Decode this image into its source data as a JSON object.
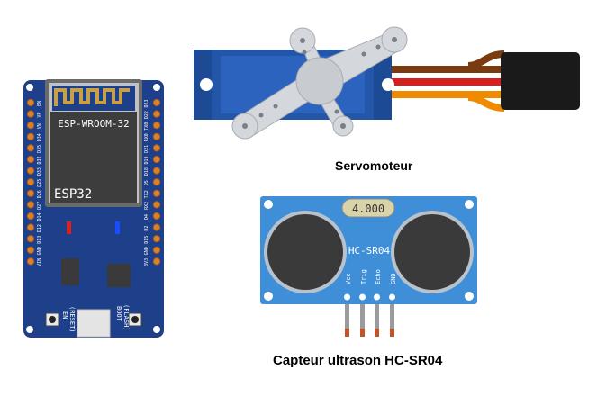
{
  "esp32": {
    "module_label": "ESP-WROOM-32",
    "chip_label": "ESP32",
    "left_pins": [
      "EN",
      "VP",
      "VN",
      "D34",
      "D35",
      "D32",
      "D33",
      "D25",
      "D26",
      "D27",
      "D14",
      "D12",
      "D13",
      "GND",
      "VIN"
    ],
    "right_pins": [
      "D23",
      "D22",
      "TX0",
      "RX0",
      "D21",
      "D19",
      "D18",
      "D5",
      "TX2",
      "RX2",
      "D4",
      "D2",
      "D15",
      "GND",
      "3V3"
    ],
    "en_label": "EN",
    "reset_label": "(RESET)",
    "boot_label": "BOOT",
    "flash_label": "(FLASH)",
    "colors": {
      "board": "#1e3f8a",
      "module": "#3d3d3d",
      "antenna": "#c8a04a"
    }
  },
  "servo": {
    "caption": "Servomoteur",
    "colors": {
      "body": "#2356a8",
      "horn": "#d4d7dc",
      "wire_brown": "#7a3b10",
      "wire_red": "#d62020",
      "wire_orange": "#f08a00"
    }
  },
  "sensor": {
    "caption": "Capteur ultrason HC-SR04",
    "display_value": "4.000",
    "model_label": "HC-SR04",
    "pin_labels": [
      "Vcc",
      "Trig",
      "Echo",
      "GND"
    ],
    "colors": {
      "board": "#3f8fd8",
      "transducer": "#3a3a3a"
    }
  }
}
